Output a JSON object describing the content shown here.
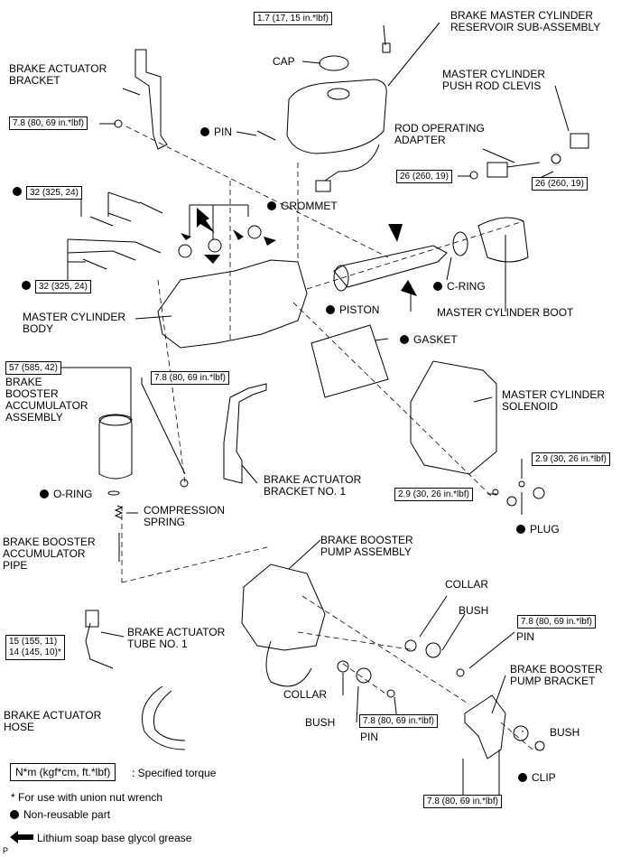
{
  "labels": {
    "brake_actuator_bracket": "BRAKE ACTUATOR\nBRACKET",
    "cap": "CAP",
    "reservoir": "BRAKE MASTER CYLINDER\nRESERVOIR SUB-ASSEMBLY",
    "push_rod_clevis": "MASTER CYLINDER\nPUSH ROD CLEVIS",
    "pin_top": "PIN",
    "rod_operating_adapter": "ROD OPERATING\nADAPTER",
    "grommet": "GROMMET",
    "c_ring": "C-RING",
    "piston": "PISTON",
    "master_cylinder_boot": "MASTER CYLINDER BOOT",
    "master_cylinder_body": "MASTER CYLINDER\nBODY",
    "gasket": "GASKET",
    "accumulator_assembly": "BRAKE\nBOOSTER\nACCUMULATOR\nASSEMBLY",
    "master_cylinder_solenoid": "MASTER CYLINDER\nSOLENOID",
    "bracket_no1": "BRAKE ACTUATOR\nBRACKET NO. 1",
    "o_ring": "O-RING",
    "compression_spring": "COMPRESSION\nSPRING",
    "plug": "PLUG",
    "accumulator_pipe": "BRAKE BOOSTER\nACCUMULATOR\nPIPE",
    "pump_assembly": "BRAKE BOOSTER\nPUMP ASSEMBLY",
    "collar_right": "COLLAR",
    "bush_right": "BUSH",
    "pin_right": "PIN",
    "tube_no1": "BRAKE ACTUATOR\nTUBE NO. 1",
    "pump_bracket": "BRAKE BOOSTER\nPUMP BRACKET",
    "actuator_hose": "BRAKE ACTUATOR\nHOSE",
    "collar_lower": "COLLAR",
    "bush_lower": "BUSH",
    "pin_lower": "PIN",
    "bush_bracket": "BUSH",
    "clip": "CLIP"
  },
  "torques": {
    "reservoir_bolt": "1.7 (17, 15 in.*lbf)",
    "bracket_bolt": "7.8 (80, 69 in.*lbf)",
    "body_bolts_upper": "32 (325, 24)",
    "body_bolts_lower": "32 (325, 24)",
    "adapter_nut": "26 (260, 19)",
    "clevis_nut": "26 (260, 19)",
    "accumulator": "57 (585, 42)",
    "bracket_no1_bolt": "7.8 (80, 69 in.*lbf)",
    "plug_upper": "2.9 (30, 26 in.*lbf)",
    "plug_lower": "2.9 (30, 26 in.*lbf)",
    "tube_line1": "15 (155, 11)",
    "tube_line2": "14 (145, 10)*",
    "pin_right": "7.8 (80, 69 in.*lbf)",
    "pin_lower": "7.8 (80, 69 in.*lbf)",
    "bracket_bottom": "7.8 (80, 69 in.*lbf)"
  },
  "legend": {
    "torque_unit": "N*m (kgf*cm, ft.*lbf)",
    "torque_desc": ": Specified torque",
    "union_note": "* For use with union nut wrench",
    "non_reusable": "Non-reusable part",
    "grease": "Lithium soap base glycol grease"
  },
  "corner_mark": "P"
}
